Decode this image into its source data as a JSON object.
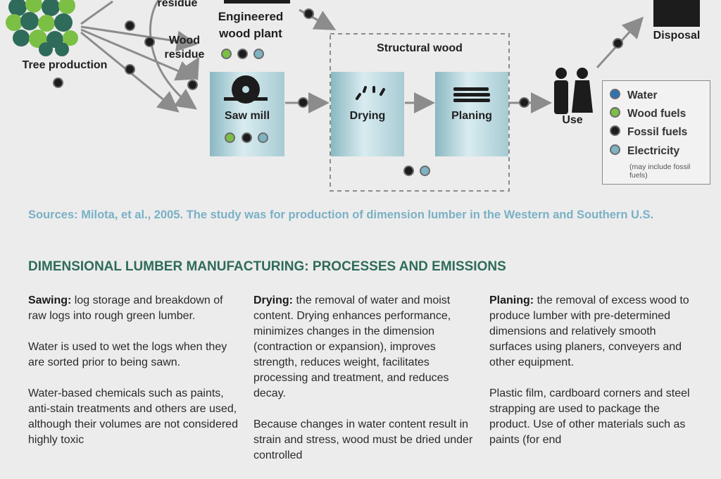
{
  "colors": {
    "water": "#2e73b8",
    "wood_fuels": "#7bbf44",
    "fossil_fuels": "#1c1c1c",
    "electricity": "#7fb2c3"
  },
  "diagram": {
    "tree_production": "Tree production",
    "residue_top": "residue",
    "wood_residue_line1": "Wood",
    "wood_residue_line2": "residue",
    "engineered_line1": "Engineered",
    "engineered_line2": "wood plant",
    "saw_mill": "Saw mill",
    "structural_wood": "Structural wood",
    "drying": "Drying",
    "planing": "Planing",
    "use": "Use",
    "disposal": "Disposal"
  },
  "legend": {
    "items": [
      {
        "label": "Water",
        "color": "water"
      },
      {
        "label": "Wood fuels",
        "color": "wood_fuels"
      },
      {
        "label": "Fossil fuels",
        "color": "fossil_fuels"
      },
      {
        "label": "Electricity",
        "color": "electricity"
      }
    ],
    "note": "(may include fossil fuels)"
  },
  "sources": "Sources: Milota, et al., 2005. The study was for production of dimension lumber in the Western and Southern U.S.",
  "section_heading": "DIMENSIONAL LUMBER MANUFACTURING: PROCESSES AND EMISSIONS",
  "columns": [
    {
      "term": "Sawing:",
      "p1": "log storage and breakdown of raw logs into rough green lumber.",
      "p2": "Water is used to wet the logs when they are sorted prior to being sawn.",
      "p3": "Water-based chemicals such as paints, anti-stain treatments and others are used, although their volumes are not considered highly toxic"
    },
    {
      "term": "Drying:",
      "p1": "the removal of water and moist content. Drying enhances performance, minimizes changes in the dimension (contraction or expansion), improves strength, reduces weight, facilitates processing and treatment, and reduces decay.",
      "p2": "Because changes in water content result in strain and stress, wood must be dried under controlled"
    },
    {
      "term": "Planing:",
      "p1": "the removal of excess wood to produce lumber with pre-determined dimensions and relatively smooth surfaces using planers, conveyers and other equipment.",
      "p2": "Plastic film, cardboard corners and steel strapping are used to package the product. Use of other materials such as paints (for end"
    }
  ]
}
